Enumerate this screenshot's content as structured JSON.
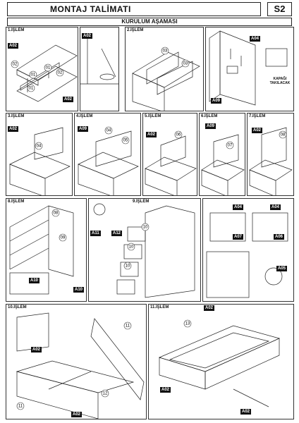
{
  "header": {
    "title": "MONTAJ TALİMATI",
    "code": "S2"
  },
  "subheader": "KURULUM AŞAMASI",
  "steps": {
    "s1": "1.İŞLEM",
    "s2": "2.İŞLEM",
    "s3": "3.İŞLEM",
    "s4": "4.İŞLEM",
    "s5": "5.İŞLEM",
    "s6": "6.İŞLEM",
    "s7": "7.İŞLEM",
    "s8": "8.İŞLEM",
    "s9": "9.İŞLEM",
    "s10": "10.İŞLEM",
    "s11": "11.İŞLEM"
  },
  "hardware": {
    "a02": "A02",
    "a04": "A04",
    "a05": "A05",
    "a06": "A06",
    "a07": "A07",
    "a09": "A09",
    "a10": "A10",
    "a11": "A11",
    "a12": "A12"
  },
  "parts": [
    "01",
    "02",
    "03",
    "04",
    "05",
    "06",
    "07",
    "08",
    "09",
    "10",
    "11",
    "12",
    "13"
  ],
  "notes": {
    "hinge_cover": "KAPAĞI TAKILACAK"
  }
}
